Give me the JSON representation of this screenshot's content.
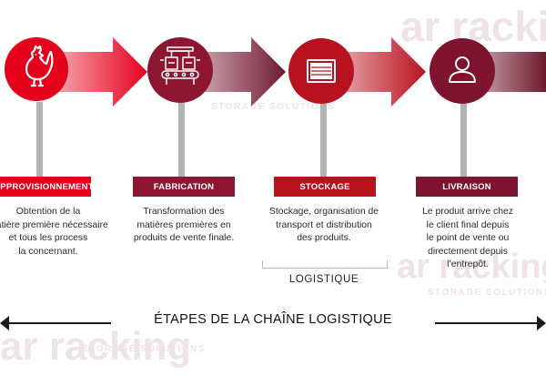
{
  "watermark": {
    "brand": "ar racking",
    "tagline": "STORAGE SOLUTIONS"
  },
  "steps": [
    {
      "id": "approvisionnement",
      "label": "APPROVISIONNEMENT",
      "icon": "rooster-icon",
      "circle_color": "#e4001b",
      "label_color": "#e4001b",
      "description": [
        "Obtention de la",
        "matière première nécessaire",
        "et tous les process",
        "la concernant."
      ]
    },
    {
      "id": "fabrication",
      "label": "FABRICATION",
      "icon": "factory-machine-icon",
      "circle_color": "#8d1733",
      "label_color": "#8d1733",
      "description": [
        "Transformation des",
        "matières premières en",
        "produits de vente finale."
      ]
    },
    {
      "id": "stockage",
      "label": "STOCKAGE",
      "icon": "warehouse-shelf-icon",
      "circle_color": "#b8121f",
      "label_color": "#b8121f",
      "description": [
        "Stockage, organisation de",
        "transport et distribution",
        "des produits."
      ]
    },
    {
      "id": "livraison",
      "label": "LIVRAISON",
      "icon": "person-icon",
      "circle_color": "#7e1430",
      "label_color": "#7e1430",
      "description": [
        "Le produit arrive chez",
        "le client final depuis",
        "le point de vente ou",
        "directement depuis",
        "l’entrepôt."
      ]
    }
  ],
  "group": {
    "label": "LOGISTIQUE"
  },
  "timeline": {
    "title": "ÉTAPES DE LA CHAÎNE LOGISTIQUE"
  },
  "colors": {
    "red": "#e4001b",
    "crimson": "#b8121f",
    "maroon": "#8d1733",
    "dark_maroon": "#7e1430",
    "connector_grey": "#b3b3b3"
  }
}
